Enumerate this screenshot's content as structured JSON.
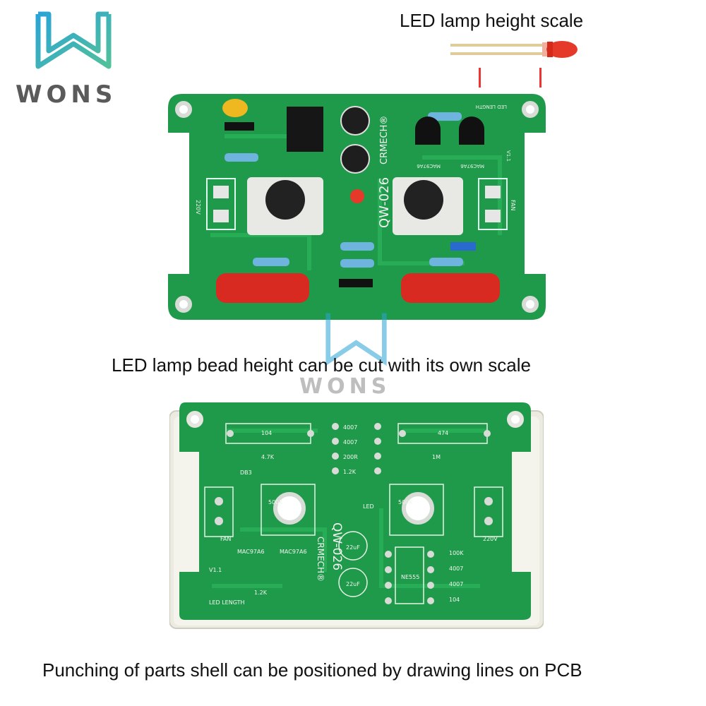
{
  "brand": {
    "logo_text": "WONS",
    "watermark_text": "WONS"
  },
  "captions": {
    "top": "LED lamp height scale",
    "middle": "LED lamp bead height can be cut with its own scale",
    "bottom": "Punching of parts shell can be positioned by drawing lines on PCB"
  },
  "board_top": {
    "model": "QW-026",
    "maker": "CRMECH®",
    "version": "V1.1",
    "led_length": "LED LENGTH",
    "triac": "MAC97A6",
    "fan": "FAN",
    "mains": "220V"
  },
  "board_bottom": {
    "model": "QW-026",
    "maker": "CRMECH®",
    "version": "V1.1",
    "led_length": "LED LENGTH",
    "triac": "MAC97A6",
    "fan": "FAN",
    "mains": "220V",
    "cap_left": "104",
    "cap_right": "474",
    "diode1": "4007",
    "diode2": "4007",
    "res_200r": "200R",
    "res_12k": "1.2K",
    "res_47k": "4.7K",
    "db3": "DB3",
    "res_1m": "1M",
    "pot": "500K",
    "led": "LED",
    "elcap": "22uF",
    "ic": "NE555",
    "res_100k": "100K",
    "cap_104": "104",
    "diode3": "4007",
    "diode4": "4007"
  },
  "colors": {
    "pcb": "#1f9a4a",
    "pcb_dark": "#13763a",
    "logo_blue": "#2aa4d6",
    "logo_green": "#52c19a",
    "pad": "#d8dcd6"
  }
}
